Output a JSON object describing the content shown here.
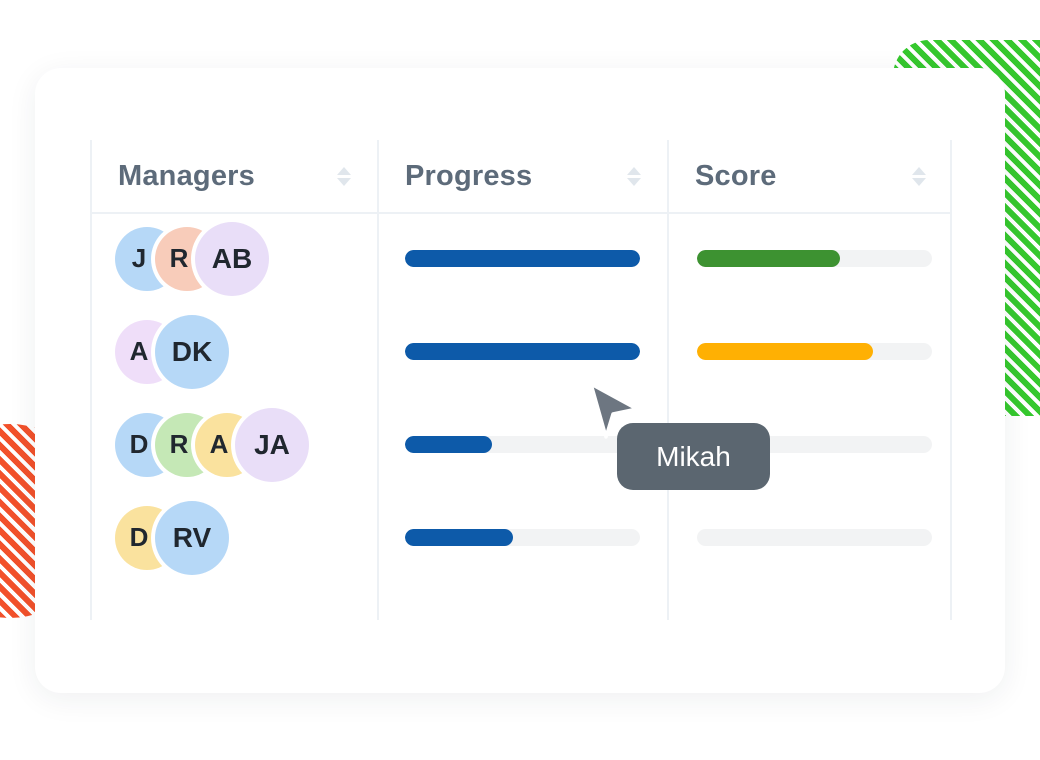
{
  "colors": {
    "green_stripe": "#36c82e",
    "orange_stripe": "#f2512b",
    "progress_blue": "#0d5aa9",
    "score_green": "#3d9231",
    "score_orange": "#ffb003",
    "track": "#f2f3f4",
    "tooltip_bg": "#5b6670",
    "header_text": "#5d6b7a",
    "cursor_fill": "#6d7681"
  },
  "table": {
    "headers": [
      {
        "id": "managers",
        "label": "Managers"
      },
      {
        "id": "progress",
        "label": "Progress"
      },
      {
        "id": "score",
        "label": "Score"
      }
    ],
    "rows": [
      {
        "managers": [
          {
            "initials": "J",
            "color": "#b6d8f7"
          },
          {
            "initials": "R",
            "color": "#f8ccba"
          },
          {
            "initials": "AB",
            "color": "#e9def8"
          }
        ],
        "progress": {
          "percent": 100,
          "color": "#0d5aa9"
        },
        "score": {
          "percent": 61,
          "color": "#3d9231"
        }
      },
      {
        "managers": [
          {
            "initials": "A",
            "color": "#efdef9"
          },
          {
            "initials": "DK",
            "color": "#b6d8f7"
          }
        ],
        "progress": {
          "percent": 100,
          "color": "#0d5aa9"
        },
        "score": {
          "percent": 75,
          "color": "#ffb003"
        }
      },
      {
        "managers": [
          {
            "initials": "D",
            "color": "#b6d8f7"
          },
          {
            "initials": "R",
            "color": "#c5e8b6"
          },
          {
            "initials": "A",
            "color": "#fae29e"
          },
          {
            "initials": "JA",
            "color": "#e9def8"
          }
        ],
        "progress": {
          "percent": 37,
          "color": "#0d5aa9"
        },
        "score": {
          "percent": 0,
          "color": null
        }
      },
      {
        "managers": [
          {
            "initials": "D",
            "color": "#fae29e"
          },
          {
            "initials": "RV",
            "color": "#b6d8f7"
          }
        ],
        "progress": {
          "percent": 46,
          "color": "#0d5aa9"
        },
        "score": {
          "percent": 0,
          "color": null
        }
      }
    ]
  },
  "tooltip": {
    "label": "Mikah"
  }
}
